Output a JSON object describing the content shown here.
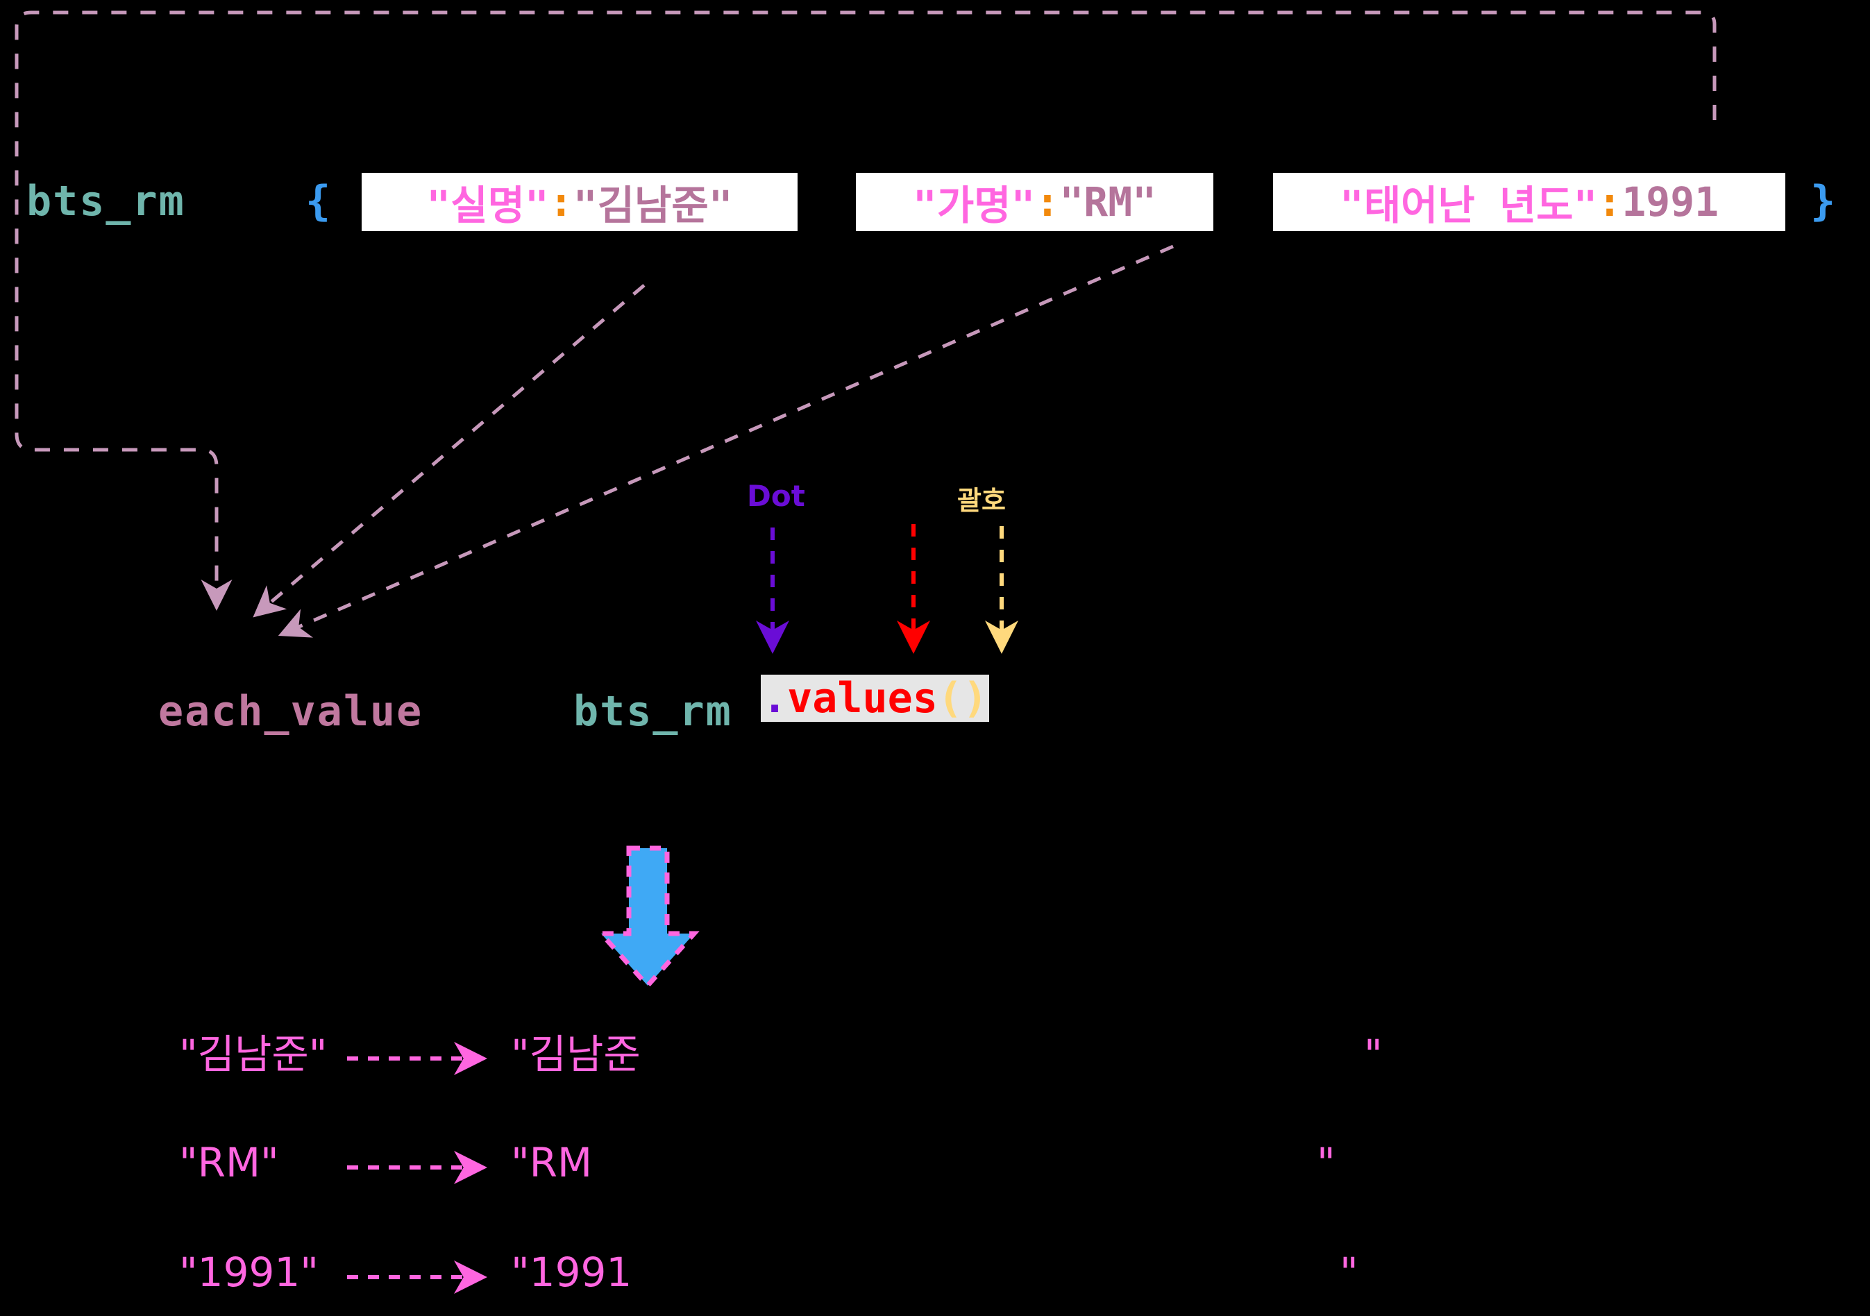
{
  "diagram": {
    "title_code": "bts_rm",
    "dict": {
      "variable": "bts_rm",
      "brace_open": "{",
      "brace_close": "}",
      "pairs": [
        {
          "key": "\"실명\"",
          "colon": ":",
          "value": "\"김남준\""
        },
        {
          "key": "\"가명\"",
          "colon": ":",
          "value": "\"RM\""
        },
        {
          "key": "\"태어난 년도\"",
          "colon": ":",
          "value": "1991"
        }
      ]
    },
    "annotations": {
      "dot": "Dot",
      "paren": "괄호"
    },
    "expression": {
      "loop_var": "each_value",
      "object": "bts_rm",
      "dot": ".",
      "method": "values",
      "parens": "()"
    },
    "outputs": [
      {
        "source": "\"김남준\"",
        "arrow": "-->",
        "result": "\"김남준",
        "tail": "\""
      },
      {
        "source": "\"RM\"",
        "arrow": "-->",
        "result": "\"RM",
        "tail": "\""
      },
      {
        "source": "\"1991\"",
        "arrow": "-->",
        "result": "\"1991",
        "tail": "\""
      }
    ],
    "colors": {
      "background": "#000000",
      "variable_teal": "#6FB5AC",
      "brace_blue": "#3B9BF0",
      "key_pink": "#FF66E0",
      "value_mauve": "#B5749B",
      "colon_orange": "#F2890C",
      "connector_mauve": "#C799BB",
      "dot_purple": "#6A0DD6",
      "method_red": "#FF0000",
      "paren_yellow": "#FFD97D",
      "big_arrow_blue": "#3FA9F5",
      "big_arrow_outline": "#FF66E0",
      "highlight_gray": "#E6E6E6",
      "highlight_white": "#FFFFFF"
    }
  }
}
